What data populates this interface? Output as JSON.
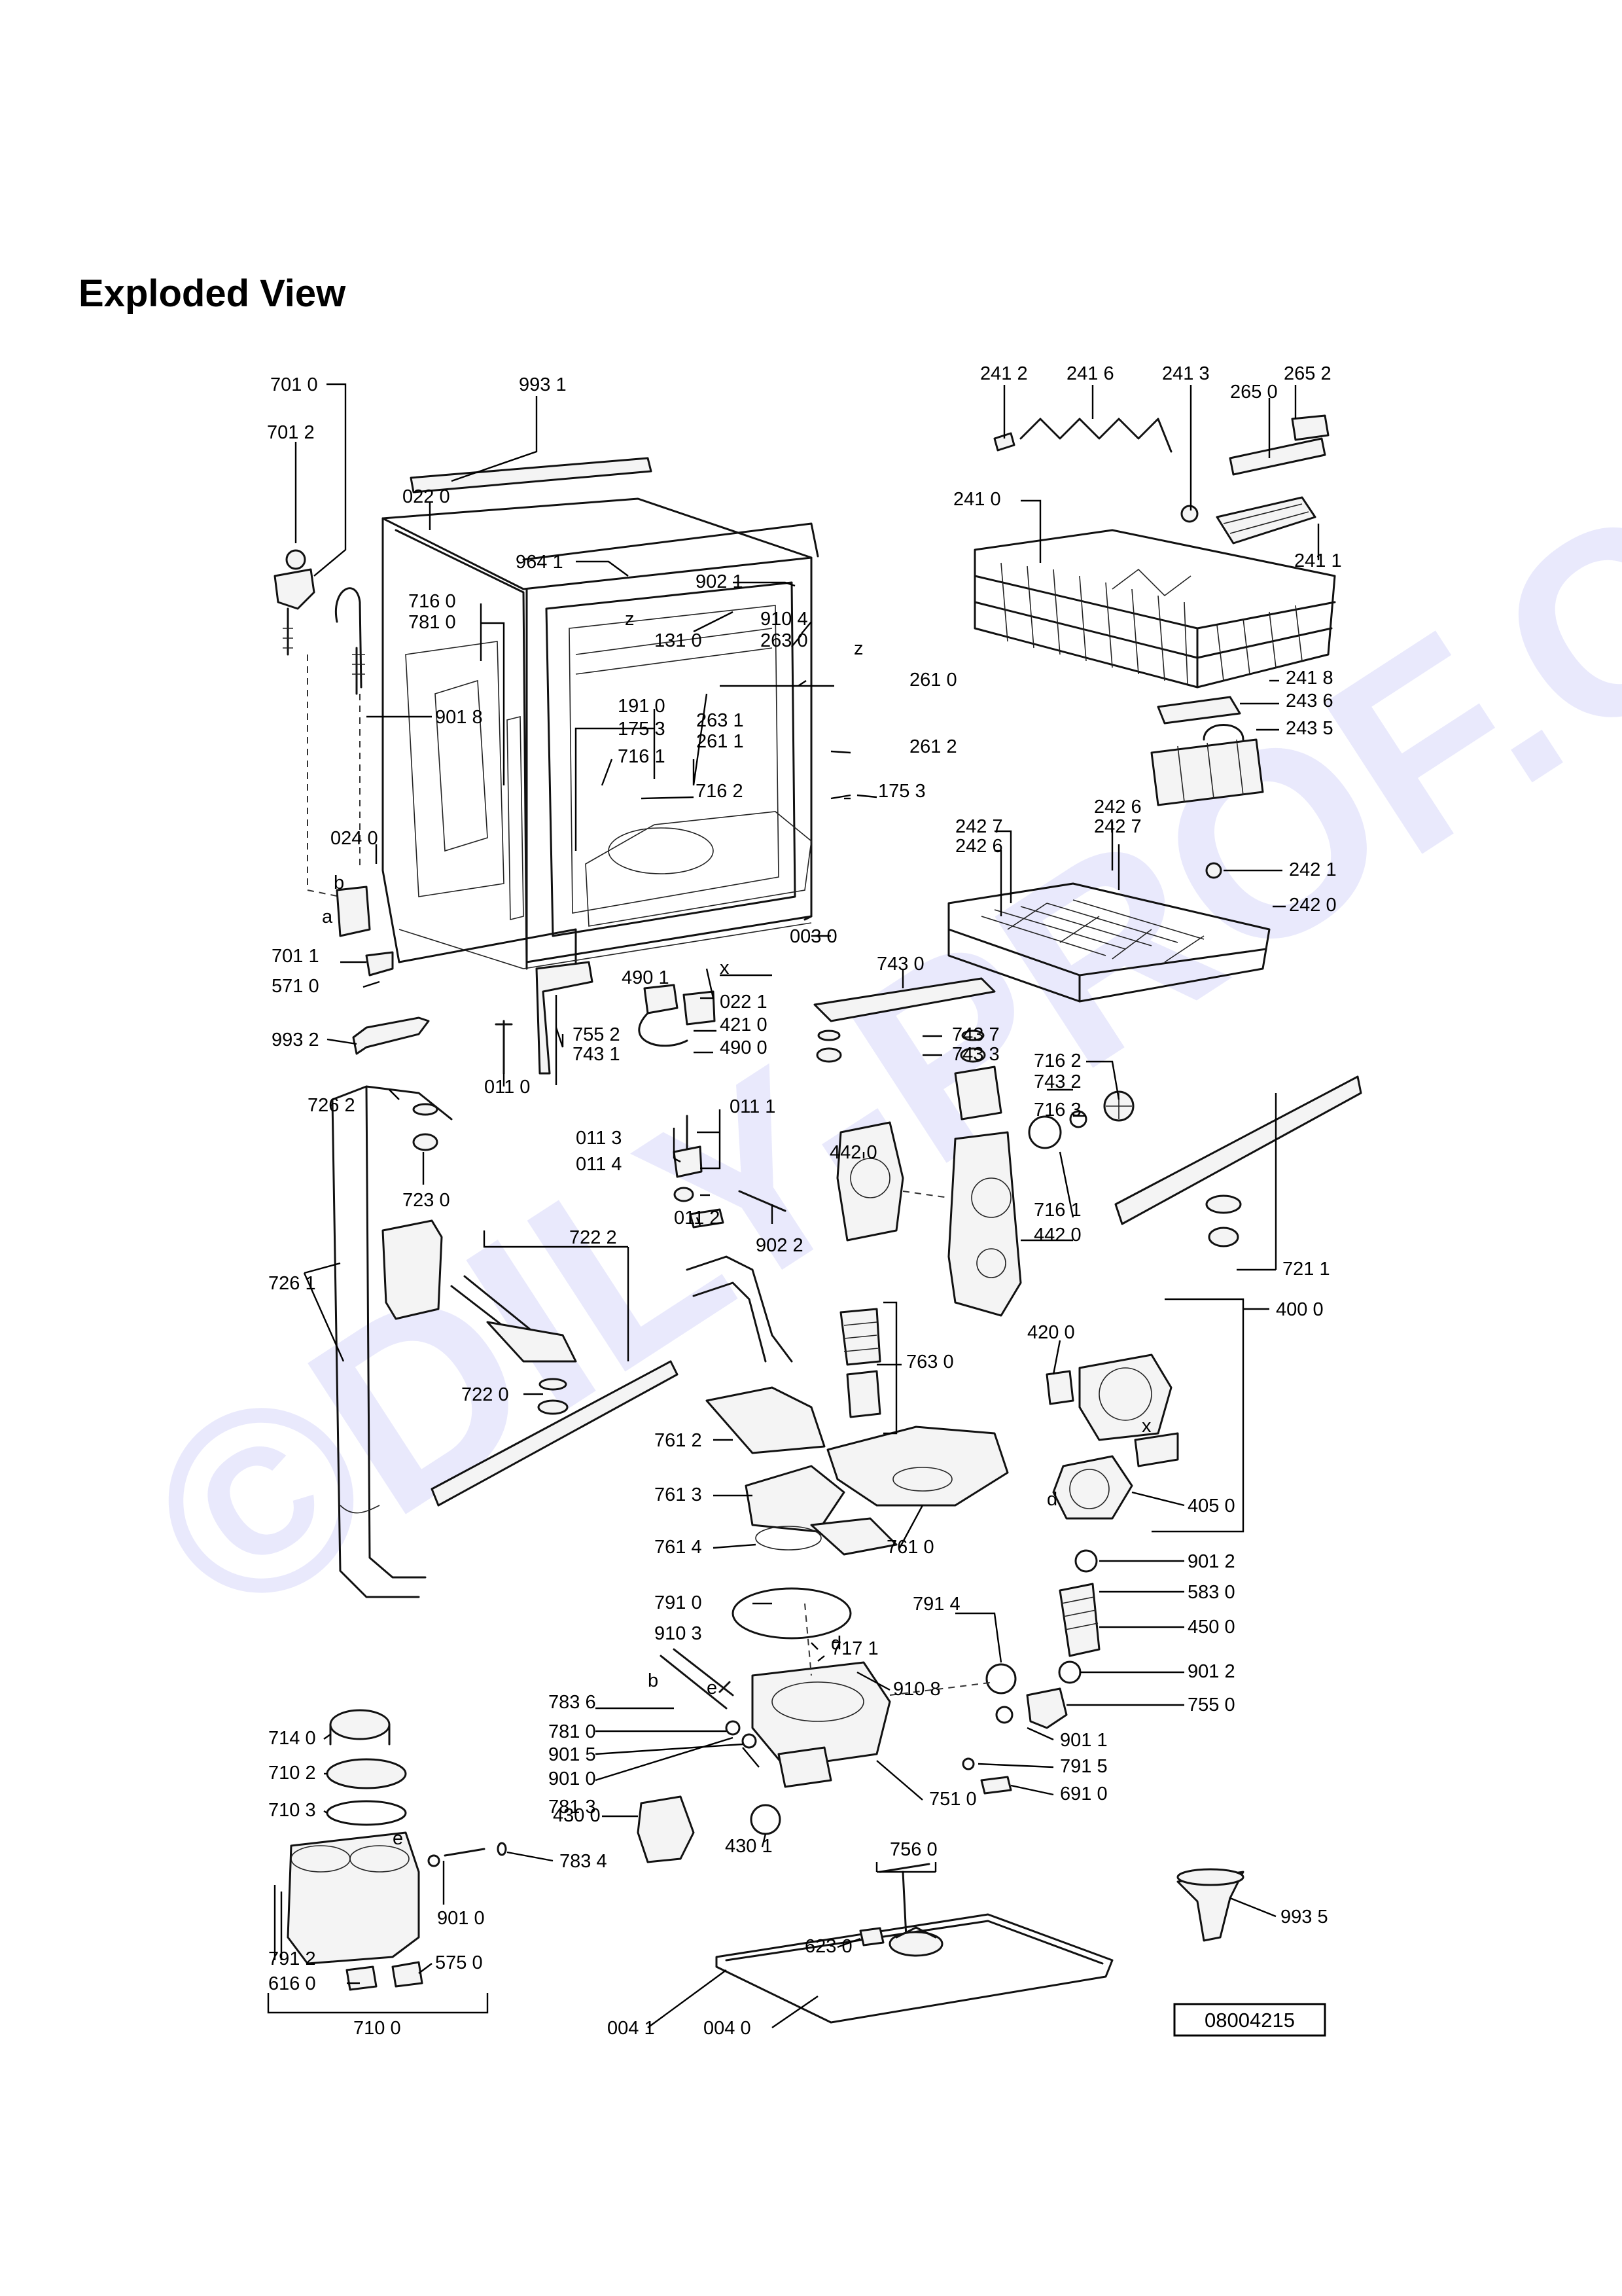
{
  "title": "Exploded View",
  "watermark": "©DILY-PROF.CZ",
  "drawing_number": "08004215",
  "labels": [
    "701 0",
    "701 2",
    "993 1",
    "022 0",
    "964 1",
    "902 1",
    "910 4",
    "263 0",
    "131 0",
    "716 0",
    "781 0",
    "901 8",
    "191 0",
    "175 3",
    "263 1",
    "261 1",
    "261 0",
    "261 2",
    "716 1",
    "716 2",
    "175 3",
    "024 0",
    "701 1",
    "571 0",
    "003 0",
    "022 1",
    "490 1",
    "421 0",
    "490 0",
    "993 2",
    "755 2",
    "743 1",
    "011 0",
    "241 2",
    "241 6",
    "241 3",
    "265 2",
    "265 0",
    "241 0",
    "241 1",
    "241 8",
    "243 6",
    "243 5",
    "242 7",
    "242 6",
    "242 6",
    "242 7",
    "242 1",
    "242 0",
    "743 0",
    "743 7",
    "743 3",
    "716 2",
    "743 2",
    "716 3",
    "716 1",
    "442 0",
    "442 0",
    "721 1",
    "726 2",
    "723 0",
    "011 1",
    "011 3",
    "011 4",
    "011 2",
    "902 2",
    "722 2",
    "726 1",
    "722 0",
    "763 0",
    "761 2",
    "761 3",
    "761 4",
    "761 0",
    "420 0",
    "400 0",
    "405 0",
    "901 2",
    "583 0",
    "450 0",
    "901 2",
    "755 0",
    "791 0",
    "791 4",
    "910 3",
    "717 1",
    "910 8",
    "783 6",
    "781 0",
    "901 5",
    "901 0",
    "781 3",
    "901 1",
    "791 5",
    "751 0",
    "691 0",
    "714 0",
    "710 2",
    "710 3",
    "430 0",
    "430 1",
    "783 4",
    "756 0",
    "901 0",
    "791 2",
    "575 0",
    "616 0",
    "623 0",
    "993 5",
    "004 1",
    "004 0",
    "710 0"
  ],
  "letters": [
    "z",
    "z",
    "b",
    "a",
    "x",
    "x",
    "d",
    "e",
    "e",
    "b",
    "d"
  ]
}
